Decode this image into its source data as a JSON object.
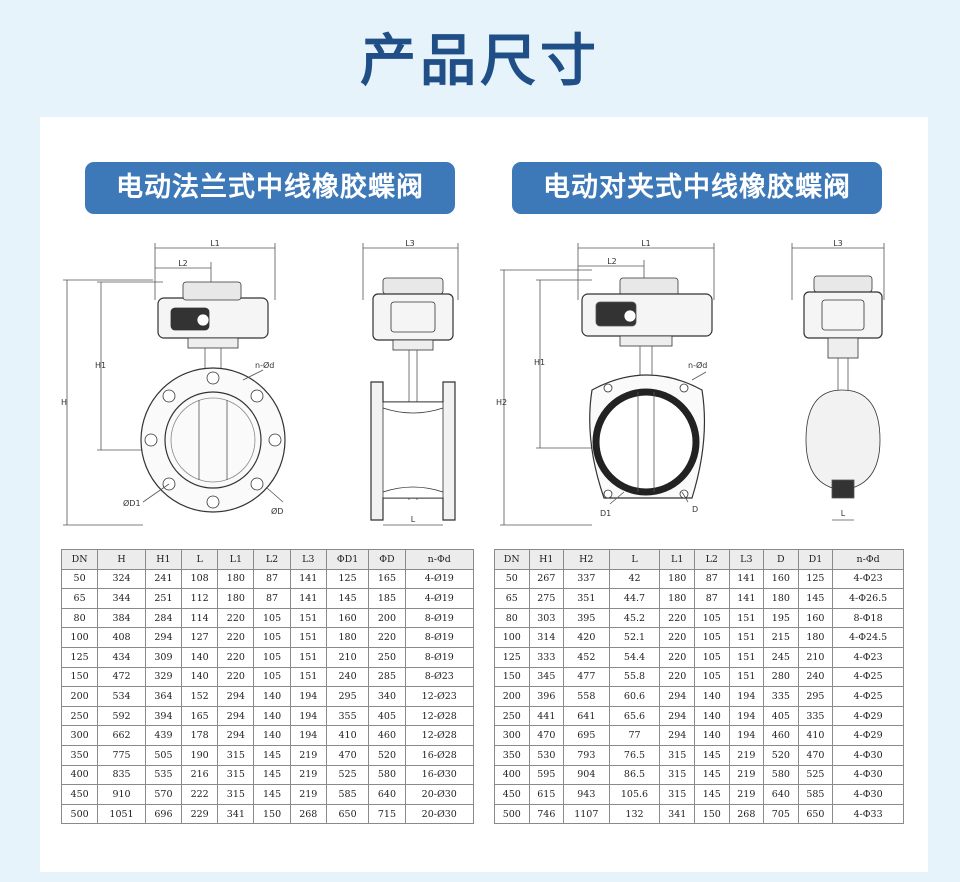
{
  "page_title": "产品尺寸",
  "left": {
    "title": "电动法兰式中线橡胶蝶阀",
    "drawing_labels": {
      "L1": "L1",
      "L2": "L2",
      "L3": "L3",
      "L": "L",
      "H": "H",
      "H1": "H1",
      "D1": "ØD1",
      "D": "ØD",
      "nd": "n-Ød"
    },
    "table": {
      "headers": [
        "DN",
        "H",
        "H1",
        "L",
        "L1",
        "L2",
        "L3",
        "ΦD1",
        "ΦD",
        "n-Φd"
      ],
      "rows": [
        [
          "50",
          "324",
          "241",
          "108",
          "180",
          "87",
          "141",
          "125",
          "165",
          "4-Ø19"
        ],
        [
          "65",
          "344",
          "251",
          "112",
          "180",
          "87",
          "141",
          "145",
          "185",
          "4-Ø19"
        ],
        [
          "80",
          "384",
          "284",
          "114",
          "220",
          "105",
          "151",
          "160",
          "200",
          "8-Ø19"
        ],
        [
          "100",
          "408",
          "294",
          "127",
          "220",
          "105",
          "151",
          "180",
          "220",
          "8-Ø19"
        ],
        [
          "125",
          "434",
          "309",
          "140",
          "220",
          "105",
          "151",
          "210",
          "250",
          "8-Ø19"
        ],
        [
          "150",
          "472",
          "329",
          "140",
          "220",
          "105",
          "151",
          "240",
          "285",
          "8-Ø23"
        ],
        [
          "200",
          "534",
          "364",
          "152",
          "294",
          "140",
          "194",
          "295",
          "340",
          "12-Ø23"
        ],
        [
          "250",
          "592",
          "394",
          "165",
          "294",
          "140",
          "194",
          "355",
          "405",
          "12-Ø28"
        ],
        [
          "300",
          "662",
          "439",
          "178",
          "294",
          "140",
          "194",
          "410",
          "460",
          "12-Ø28"
        ],
        [
          "350",
          "775",
          "505",
          "190",
          "315",
          "145",
          "219",
          "470",
          "520",
          "16-Ø28"
        ],
        [
          "400",
          "835",
          "535",
          "216",
          "315",
          "145",
          "219",
          "525",
          "580",
          "16-Ø30"
        ],
        [
          "450",
          "910",
          "570",
          "222",
          "315",
          "145",
          "219",
          "585",
          "640",
          "20-Ø30"
        ],
        [
          "500",
          "1051",
          "696",
          "229",
          "341",
          "150",
          "268",
          "650",
          "715",
          "20-Ø30"
        ]
      ]
    }
  },
  "right": {
    "title": "电动对夹式中线橡胶蝶阀",
    "drawing_labels": {
      "L1": "L1",
      "L2": "L2",
      "L3": "L3",
      "L": "L",
      "H1": "H1",
      "H2": "H2",
      "D1": "D1",
      "D": "D",
      "nd": "n-Ød"
    },
    "table": {
      "headers": [
        "DN",
        "H1",
        "H2",
        "L",
        "L1",
        "L2",
        "L3",
        "D",
        "D1",
        "n-Φd"
      ],
      "rows": [
        [
          "50",
          "267",
          "337",
          "42",
          "180",
          "87",
          "141",
          "160",
          "125",
          "4-Φ23"
        ],
        [
          "65",
          "275",
          "351",
          "44.7",
          "180",
          "87",
          "141",
          "180",
          "145",
          "4-Φ26.5"
        ],
        [
          "80",
          "303",
          "395",
          "45.2",
          "220",
          "105",
          "151",
          "195",
          "160",
          "8-Φ18"
        ],
        [
          "100",
          "314",
          "420",
          "52.1",
          "220",
          "105",
          "151",
          "215",
          "180",
          "4-Φ24.5"
        ],
        [
          "125",
          "333",
          "452",
          "54.4",
          "220",
          "105",
          "151",
          "245",
          "210",
          "4-Φ23"
        ],
        [
          "150",
          "345",
          "477",
          "55.8",
          "220",
          "105",
          "151",
          "280",
          "240",
          "4-Φ25"
        ],
        [
          "200",
          "396",
          "558",
          "60.6",
          "294",
          "140",
          "194",
          "335",
          "295",
          "4-Φ25"
        ],
        [
          "250",
          "441",
          "641",
          "65.6",
          "294",
          "140",
          "194",
          "405",
          "335",
          "4-Φ29"
        ],
        [
          "300",
          "470",
          "695",
          "77",
          "294",
          "140",
          "194",
          "460",
          "410",
          "4-Φ29"
        ],
        [
          "350",
          "530",
          "793",
          "76.5",
          "315",
          "145",
          "219",
          "520",
          "470",
          "4-Φ30"
        ],
        [
          "400",
          "595",
          "904",
          "86.5",
          "315",
          "145",
          "219",
          "580",
          "525",
          "4-Φ30"
        ],
        [
          "450",
          "615",
          "943",
          "105.6",
          "315",
          "145",
          "219",
          "640",
          "585",
          "4-Φ30"
        ],
        [
          "500",
          "746",
          "1107",
          "132",
          "341",
          "150",
          "268",
          "705",
          "650",
          "4-Φ33"
        ]
      ]
    }
  }
}
